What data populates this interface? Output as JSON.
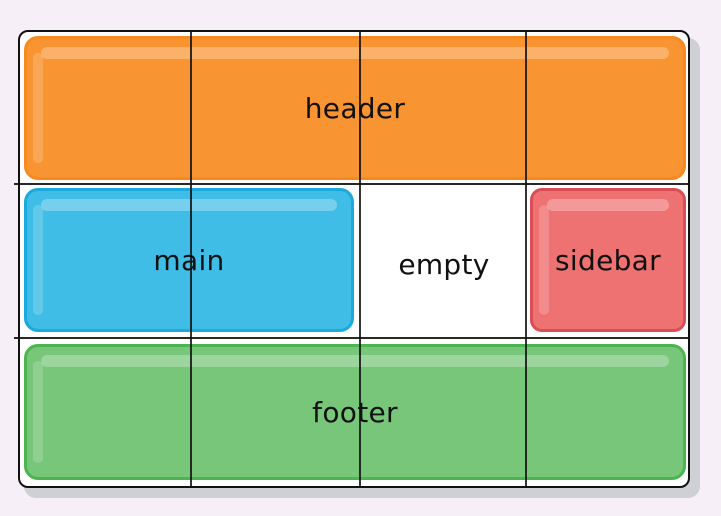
{
  "areas": {
    "header": "header",
    "main": "main",
    "empty": "empty",
    "sidebar": "sidebar",
    "footer": "footer"
  },
  "colors": {
    "header": "#f89431",
    "main": "#40bde6",
    "sidebar": "#ef7272",
    "footer": "#77c679",
    "grid_line": "#111111"
  }
}
